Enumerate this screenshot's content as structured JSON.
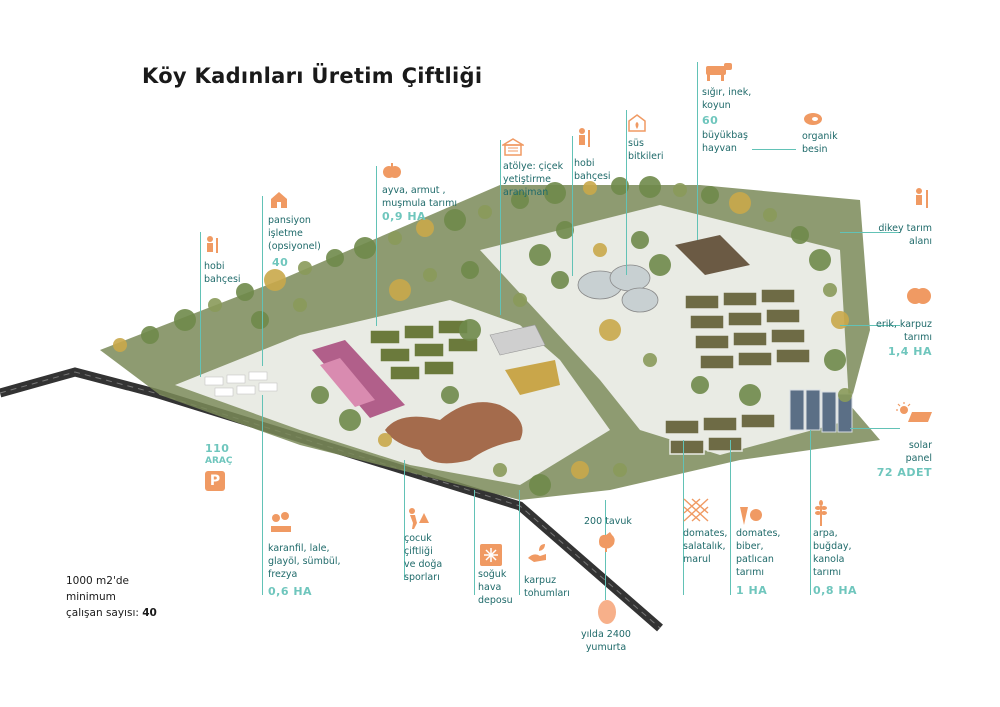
{
  "title": "Köy Kadınları Üretim Çiftliği",
  "labels": {
    "hobi1": "hobi\nbahçesi",
    "pansiyon": "pansiyon\nişletme\n(opsiyonel)",
    "pansiyon_val": "40",
    "ayva": "ayva, armut ,\nmuşmula tarımı",
    "ayva_val": "0,9 HA",
    "atolye": "atölye: çiçek\nyetiştirme\naranjman",
    "hobi2": "hobi\nbahçesi",
    "sus": "süs\nbitkileri",
    "sigir": "sığır, inek,\nkoyun",
    "sigir_val": "60",
    "buyukbas": "büyükbaş\nhayvan",
    "organik": "organik\nbesin",
    "dikey": "dikey tarım\nalanı",
    "erik": "erik, karpuz\ntarımı",
    "erik_val": "1,4 HA",
    "solar": "solar\npanel",
    "solar_val": "72 ADET",
    "arac_val": "110",
    "arac": "ARAÇ",
    "parking_glyph": "P",
    "karanfil": "karanfil, lale,\nglayöl, sümbül,\nfrezya",
    "karanfil_val": "0,6 HA",
    "cocuk": "çocuk\nçiftliği\nve doğa\nsporları",
    "soguk": "soğuk\nhava\ndeposu",
    "karpuz": "karpuz\ntohumları",
    "tavuk": "200 tavuk",
    "yumurta": "yılda 2400\nyumurta",
    "domates1": "domates,\nsalatalık,\nmarul",
    "domates2": "domates,\nbiber,\npatlıcan\ntarımı",
    "domates2_val": "1 HA",
    "arpa": "arpa,\nbuğday,\nkanola\ntarımı",
    "arpa_val": "0,8 HA"
  },
  "minimum": {
    "line1": "1000 m2'de",
    "line2": "minimum",
    "line3": "çalışan sayısı:",
    "count": "40"
  },
  "colors": {
    "accent": "#f09a63",
    "teal_text": "#1f6a6a",
    "teal_value": "#6fc6bd",
    "line": "#62c2b6"
  },
  "icons": [
    "farmer-icon",
    "house-icon",
    "fruit-icon",
    "workshop-icon",
    "plant-house-icon",
    "cow-icon",
    "meat-icon",
    "egg-icon",
    "sun-panel-icon",
    "parking-icon",
    "flower-icon",
    "hiker-icon",
    "snowflake-icon",
    "seed-hand-icon",
    "chicken-icon",
    "trellis-icon",
    "vegetables-icon",
    "wheat-icon"
  ]
}
